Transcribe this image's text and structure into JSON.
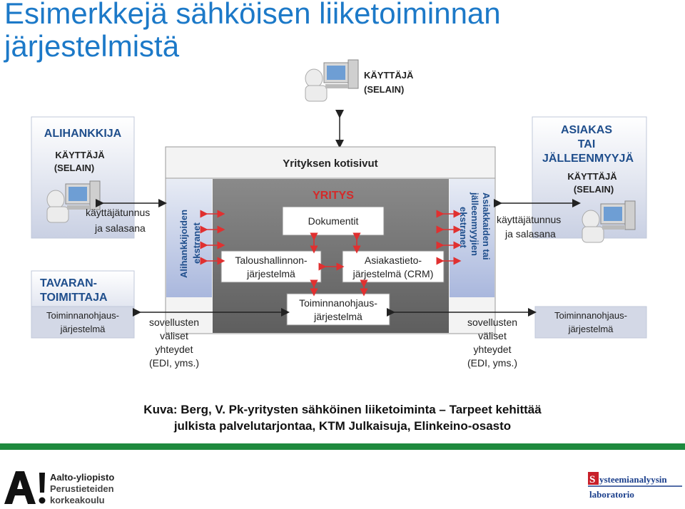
{
  "slide": {
    "title_line1": "Esimerkkejä sähköisen liiketoiminnan",
    "title_line2": "järjestelmistä"
  },
  "diagram": {
    "top_user": {
      "line1": "KÄYTTÄJÄ",
      "line2": "(SELAIN)"
    },
    "left_partner": {
      "title": "ALIHANKKIJA",
      "user1": "KÄYTTÄJÄ",
      "user2": "(SELAIN)"
    },
    "left_supplier": {
      "title1": "TAVARAN-",
      "title2": "TOIMITTAJA",
      "system1": "Toiminnanohjaus-",
      "system2": "järjestelmä"
    },
    "right_customer": {
      "title1": "ASIAKAS",
      "title2": "TAI",
      "title3": "JÄLLEENMYYJÄ",
      "user1": "KÄYTTÄJÄ",
      "user2": "(SELAIN)"
    },
    "right_system": {
      "line1": "Toiminnanohjaus-",
      "line2": "järjestelmä"
    },
    "homepage": "Yrityksen kotisivut",
    "company": "YRITYS",
    "left_extranet": {
      "line1": "Alihankkijoiden",
      "line2": "ekstranet"
    },
    "right_extranet": {
      "line1": "Asiakkaiden tai",
      "line2": "jälleenmyyjien",
      "line3": "ekstranet"
    },
    "documents": "Dokumentit",
    "accounting": {
      "line1": "Taloushallinnon-",
      "line2": "järjestelmä"
    },
    "crm": {
      "line1": "Asiakastieto-",
      "line2": "järjestelmä (CRM)"
    },
    "erp": {
      "line1": "Toiminnanohjaus-",
      "line2": "järjestelmä"
    },
    "login_left": {
      "line1": "käyttäjätunnus",
      "line2": "ja salasana"
    },
    "login_right": {
      "line1": "käyttäjätunnus",
      "line2": "ja salasana"
    },
    "edi_left": {
      "line1": "sovellusten",
      "line2": "väliset",
      "line3": "yhteydet",
      "line4": "(EDI, yms.)"
    },
    "edi_right": {
      "line1": "sovellusten",
      "line2": "väliset",
      "line3": "yhteydet",
      "line4": "(EDI, yms.)"
    }
  },
  "caption": {
    "line1": "Kuva: Berg, V. Pk-yritysten sähköinen liiketoiminta – Tarpeet kehittää",
    "line2": "julkista palvelutarjontaa, KTM Julkaisuja, Elinkeino-osasto"
  },
  "footer": {
    "aalto_line1": "Aalto-yliopisto",
    "aalto_line2": "Perustieteiden",
    "aalto_line3": "korkeakoulu",
    "lab_line1": "Systeemianalyysin",
    "lab_line2": "laboratorio"
  },
  "colors": {
    "title": "#1c79c8",
    "label_blue": "#1f4e8c",
    "arrow_red": "#e03030",
    "accent_green": "#1e8a3e"
  }
}
